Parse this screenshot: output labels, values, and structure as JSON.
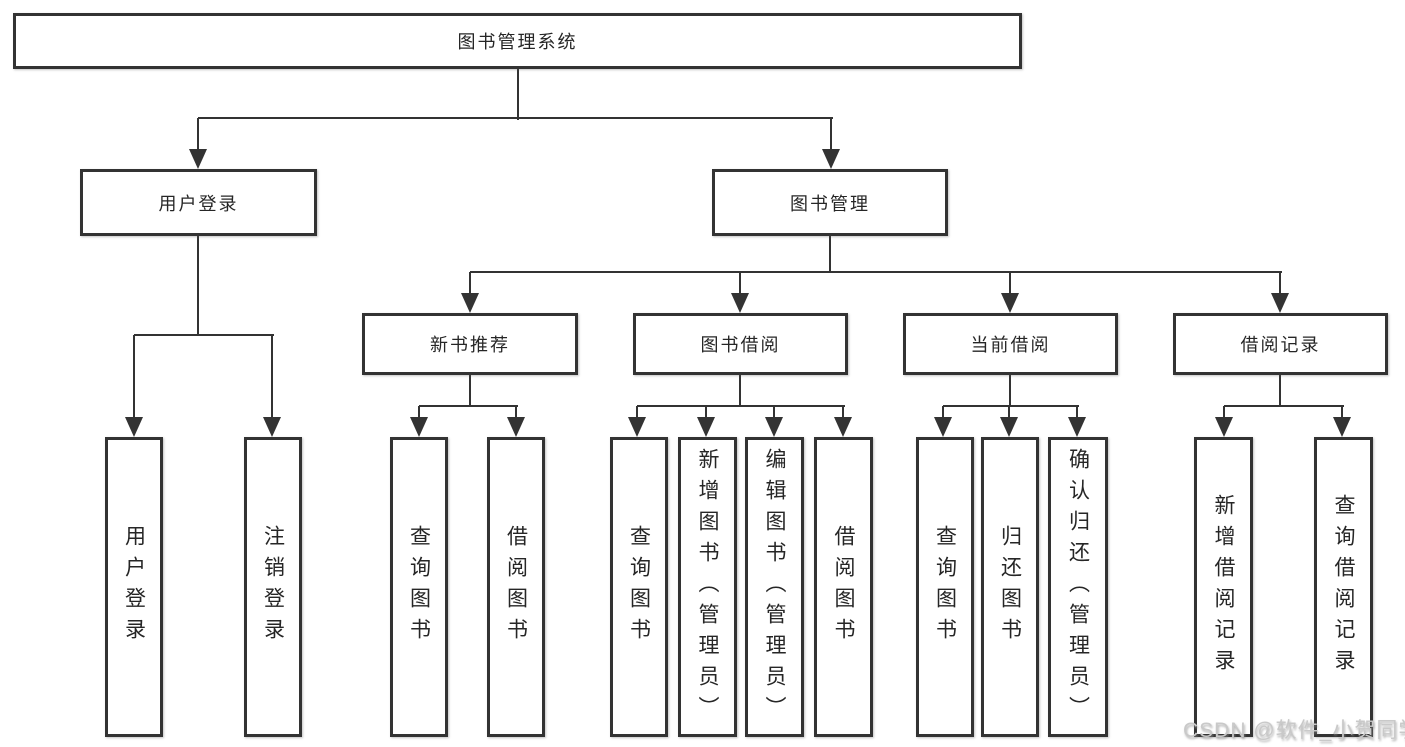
{
  "diagram": {
    "root": {
      "label": "图书管理系统"
    },
    "branches": [
      {
        "label": "用户登录",
        "children": [
          {
            "label": "用户登录"
          },
          {
            "label": "注销登录"
          }
        ]
      },
      {
        "label": "图书管理",
        "children": [
          {
            "label": "新书推荐",
            "children": [
              {
                "label": "查询图书"
              },
              {
                "label": "借阅图书"
              }
            ]
          },
          {
            "label": "图书借阅",
            "children": [
              {
                "label": "查询图书"
              },
              {
                "label": "新增图书（管理员）"
              },
              {
                "label": "编辑图书（管理员）"
              },
              {
                "label": "借阅图书"
              }
            ]
          },
          {
            "label": "当前借阅",
            "children": [
              {
                "label": "查询图书"
              },
              {
                "label": "归还图书"
              },
              {
                "label": "确认归还（管理员）"
              }
            ]
          },
          {
            "label": "借阅记录",
            "children": [
              {
                "label": "新增借阅记录"
              },
              {
                "label": "查询借阅记录"
              }
            ]
          }
        ]
      }
    ]
  },
  "watermark": {
    "text": "CSDN @软件_小贺同学",
    "color": "#c9c9c9"
  },
  "colors": {
    "line": "#333333",
    "text": "#262626",
    "background": "#ffffff"
  }
}
